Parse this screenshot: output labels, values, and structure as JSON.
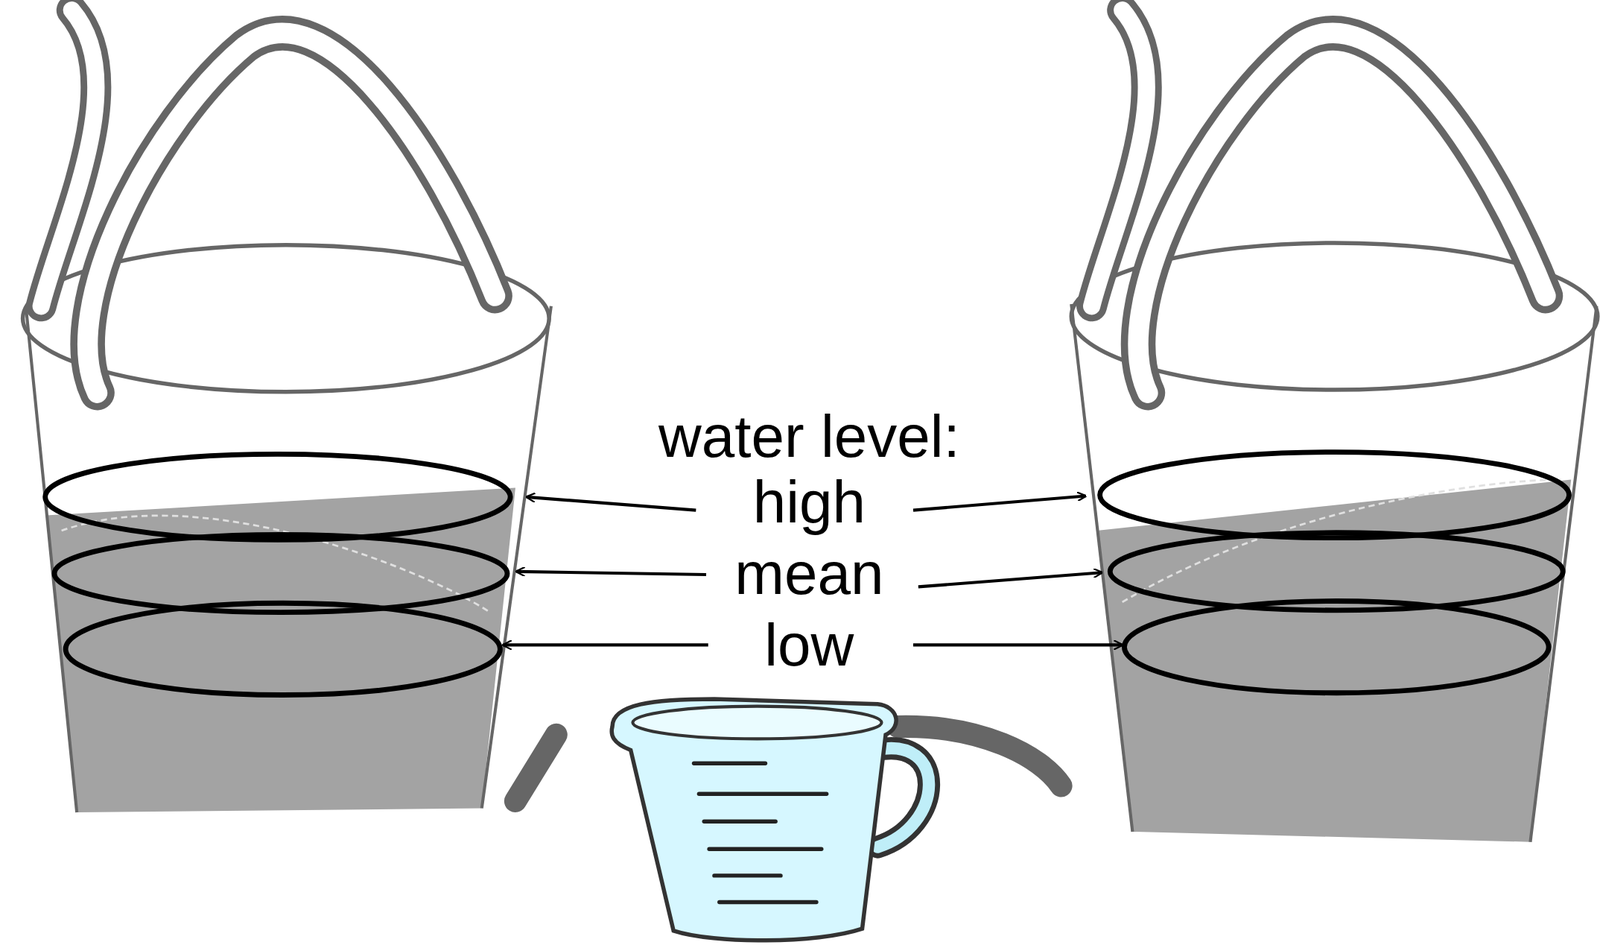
{
  "diagram": {
    "labels": [
      "water level:",
      "high",
      "mean",
      "low"
    ]
  }
}
